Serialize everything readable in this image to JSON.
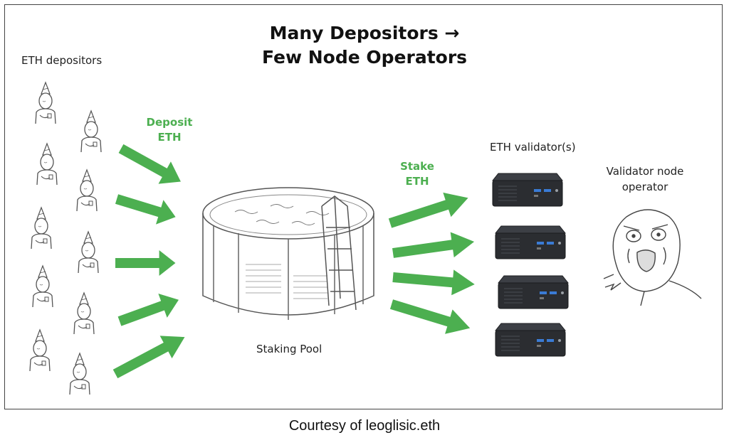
{
  "title": {
    "line1": "Many Depositors →",
    "line2": "Few Node Operators"
  },
  "labels": {
    "depositors": "ETH depositors",
    "deposit_line1": "Deposit",
    "deposit_line2": "ETH",
    "stake_line1": "Stake",
    "stake_line2": "ETH",
    "pool": "Staking Pool",
    "validators": "ETH validator(s)",
    "operator_line1": "Validator node",
    "operator_line2": "operator"
  },
  "caption": "Courtesy of leoglisic.eth",
  "colors": {
    "arrow": "#4caf50",
    "validator_box": "#2b2d31",
    "validator_light": "#3a7bd5"
  },
  "icons": {
    "depositor": "party-hat-person-icon",
    "pool": "above-ground-pool-icon",
    "validator": "mini-pc-icon",
    "operator": "y-u-no-meme-face-icon"
  }
}
